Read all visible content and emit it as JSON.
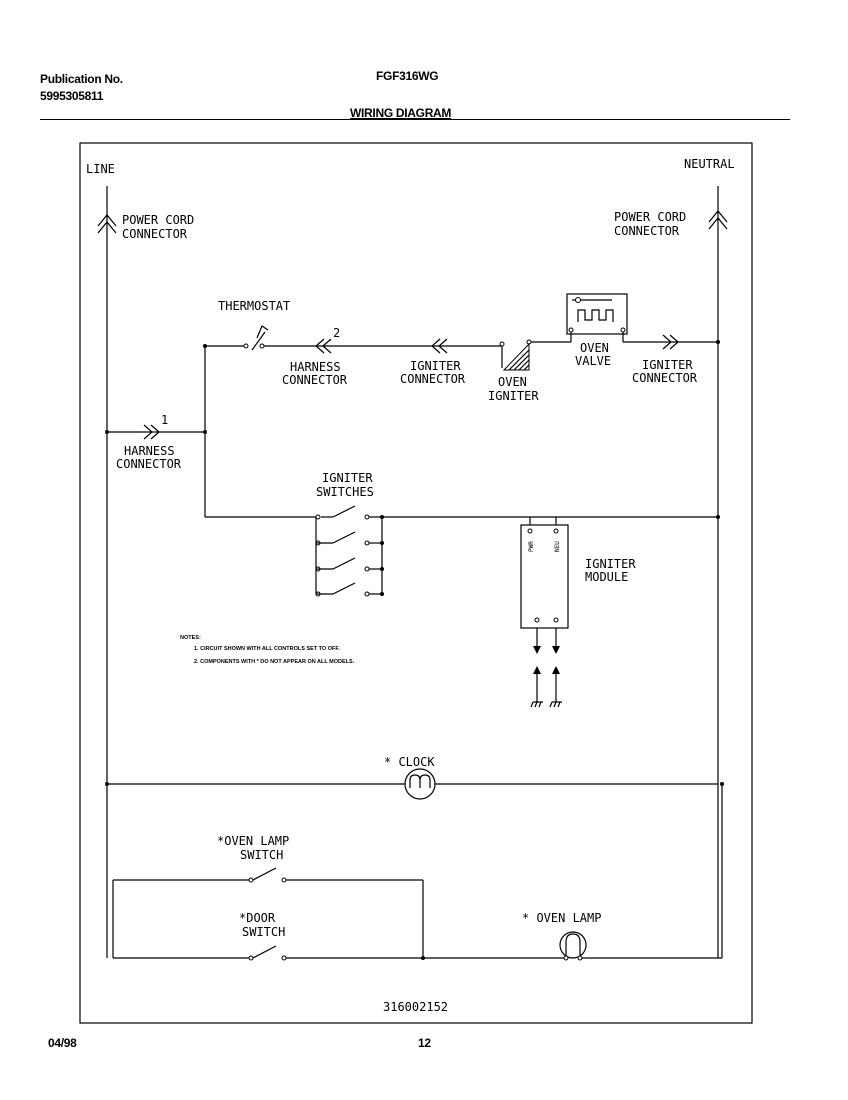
{
  "header": {
    "publication_label": "Publication No.",
    "publication_number": "5995305811",
    "model": "FGF316WG",
    "title": "WIRING DIAGRAM"
  },
  "diagram": {
    "line": "LINE",
    "neutral": "NEUTRAL",
    "power_cord_connector_left": [
      "POWER CORD",
      "CONNECTOR"
    ],
    "power_cord_connector_right": [
      "POWER CORD",
      "CONNECTOR"
    ],
    "thermostat": "THERMOSTAT",
    "harness_connector_2_num": "2",
    "harness_connector_2": [
      "HARNESS",
      "CONNECTOR"
    ],
    "igniter_connector_left": [
      "IGNITER",
      "CONNECTOR"
    ],
    "oven_igniter": [
      "OVEN",
      "IGNITER"
    ],
    "oven_valve": [
      "OVEN",
      "VALVE"
    ],
    "igniter_connector_right": [
      "IGNITER",
      "CONNECTOR"
    ],
    "harness_connector_1_num": "1",
    "harness_connector_1": [
      "HARNESS",
      "CONNECTOR"
    ],
    "igniter_switches": [
      "IGNITER",
      "SWITCHES"
    ],
    "igniter_module": [
      "IGNITER",
      "MODULE"
    ],
    "module_terminal_left": "PWR",
    "module_terminal_right": "NEU",
    "notes": {
      "heading": "NOTES:",
      "items": [
        "1. CIRCUIT SHOWN WITH ALL CONTROLS SET TO OFF.",
        "2. COMPONENTS WITH * DO NOT APPEAR ON ALL MODELS."
      ]
    },
    "clock": "* CLOCK",
    "oven_lamp_switch": [
      "*OVEN LAMP",
      "SWITCH"
    ],
    "door_switch": [
      "*DOOR",
      "SWITCH"
    ],
    "oven_lamp": "* OVEN LAMP",
    "part_number": "316002152"
  },
  "footer": {
    "date": "04/98",
    "page": "12"
  }
}
